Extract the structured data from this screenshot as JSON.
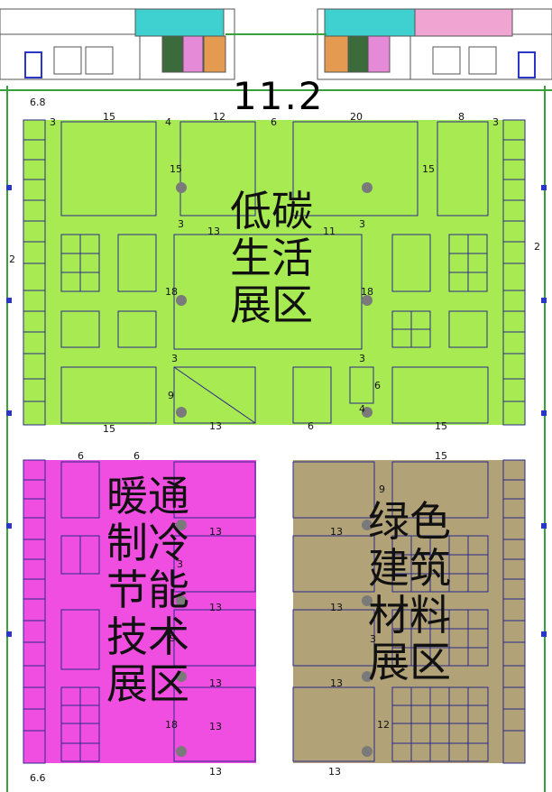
{
  "hall_number": "11.2",
  "zones": {
    "low_carbon": {
      "lines": [
        "低碳",
        "生活",
        "展区"
      ],
      "color": "#a8ea52"
    },
    "hvac": {
      "lines": [
        "暖通",
        "制冷",
        "节能",
        "技术",
        "展区"
      ],
      "color": "#f04ee0"
    },
    "green_building": {
      "lines": [
        "绿色",
        "建筑",
        "材料",
        "展区"
      ],
      "color": "#b2a277"
    }
  },
  "dimensions": {
    "left_margin_top": "6.8",
    "left_margin_bottom": "6.6",
    "left_side": "2",
    "right_side": "2",
    "top_3a": "3",
    "top_15": "15",
    "top_4": "4",
    "top_12": "12",
    "top_6": "6",
    "top_20": "20",
    "top_8": "8",
    "top_3b": "3",
    "left_booth_15": "15",
    "right_booth_15": "15",
    "center_3a": "3",
    "center_13": "13",
    "center_11": "11",
    "center_3b": "3",
    "center_18a": "18",
    "center_18b": "18",
    "center_3c": "3",
    "center_3d": "3",
    "center_9": "9",
    "center_6": "6",
    "center_4": "4",
    "bottom_15a": "15",
    "bottom_13": "13",
    "bottom_6": "6",
    "bottom_15b": "15",
    "hvac_6a": "6",
    "hvac_6b": "6",
    "hvac_13a": "13",
    "hvac_3": "3",
    "hvac_13b": "13",
    "hvac_9": "9",
    "hvac_13c": "13",
    "hvac_18": "18",
    "hvac_13d": "13",
    "hvac_bottom_13": "13",
    "green_15": "15",
    "green_9": "9",
    "green_13a": "13",
    "green_13b": "13",
    "green_3": "3",
    "green_13c": "13",
    "green_12": "12",
    "green_bottom_13": "13"
  },
  "colors": {
    "wall_line": "#555555",
    "booth_outline": "#2a2a8a",
    "column": "#7a7a7a",
    "teal_room": "#3fd1cf",
    "pink_room": "#e48ad6",
    "orange_room": "#e49b51",
    "green_room": "#3b6b3a",
    "rose_room": "#f0a4d2",
    "plant": "#3aa03a",
    "blue_marker": "#2b36c8"
  }
}
